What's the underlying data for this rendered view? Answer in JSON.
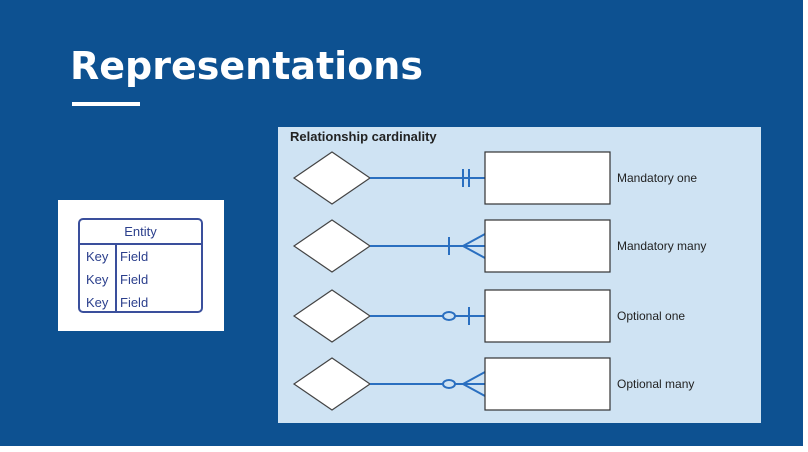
{
  "slide": {
    "title": "Representations",
    "background_color": "#0d5191"
  },
  "entity": {
    "header": "Entity",
    "rows": [
      {
        "key": "Key",
        "field": "Field"
      },
      {
        "key": "Key",
        "field": "Field"
      },
      {
        "key": "Key",
        "field": "Field"
      }
    ],
    "line_color": "#3a4f9c"
  },
  "cardinality": {
    "title": "Relationship cardinality",
    "line_color": "#2a6fc0",
    "rows": [
      {
        "label": "Mandatory one",
        "symbol": "mandatory-one"
      },
      {
        "label": "Mandatory many",
        "symbol": "mandatory-many"
      },
      {
        "label": "Optional one",
        "symbol": "optional-one"
      },
      {
        "label": "Optional many",
        "symbol": "optional-many"
      }
    ]
  }
}
